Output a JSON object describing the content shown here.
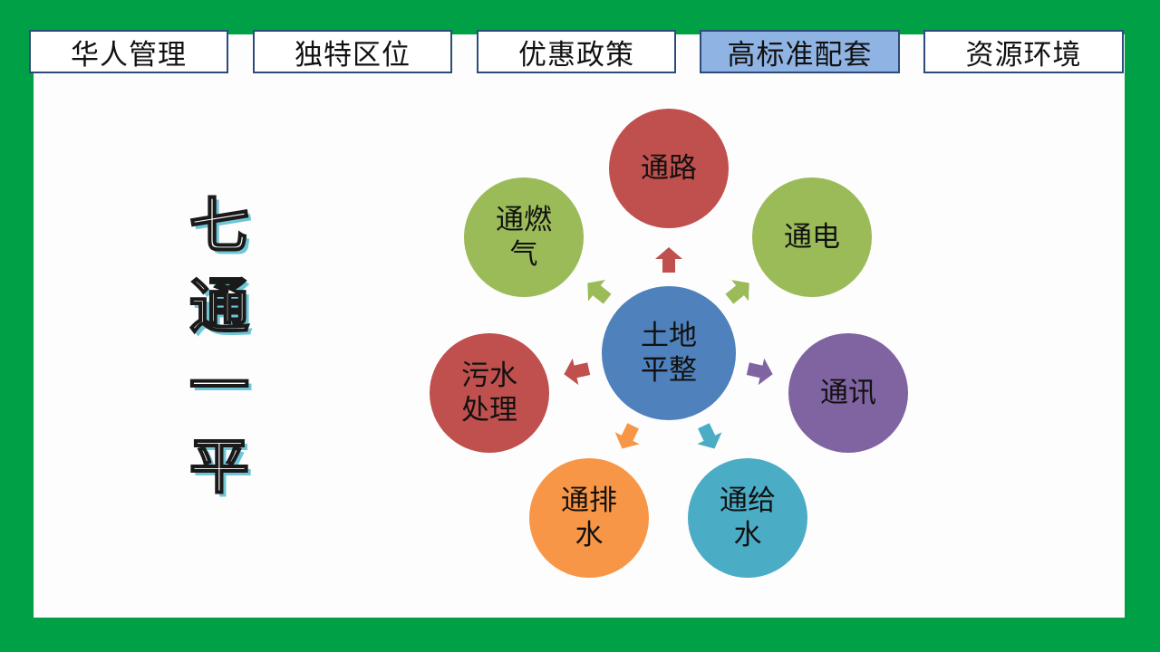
{
  "tabs": [
    {
      "label": "华人管理",
      "active": false
    },
    {
      "label": "独特区位",
      "active": false
    },
    {
      "label": "优惠政策",
      "active": false
    },
    {
      "label": "高标准配套",
      "active": true
    },
    {
      "label": "资源环境",
      "active": false
    }
  ],
  "title_chars": [
    "七",
    "通",
    "一",
    "平"
  ],
  "diagram": {
    "center": {
      "label": "土地\n平整",
      "color": "#4f81bd"
    },
    "nodes": [
      {
        "label": "通路",
        "color": "#c0504d"
      },
      {
        "label": "通电",
        "color": "#9bbb59"
      },
      {
        "label": "通讯",
        "color": "#8064a2"
      },
      {
        "label": "通给\n水",
        "color": "#4bacc6"
      },
      {
        "label": "通排\n水",
        "color": "#f79646"
      },
      {
        "label": "污水\n处理",
        "color": "#c0504d"
      },
      {
        "label": "通燃\n气",
        "color": "#9bbb59"
      }
    ]
  }
}
